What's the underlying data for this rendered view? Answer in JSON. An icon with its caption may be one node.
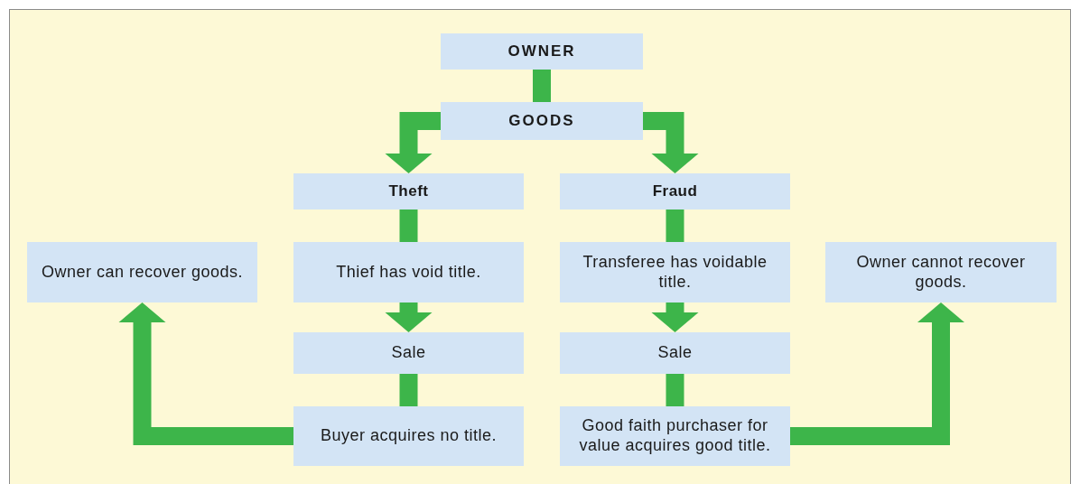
{
  "diagram": {
    "nodes": [
      {
        "text": [
          "OWNER"
        ]
      },
      {
        "text": [
          "GOODS"
        ]
      },
      {
        "text": [
          "Theft"
        ]
      },
      {
        "text": [
          "Fraud"
        ]
      },
      {
        "text": [
          "Owner can recover goods."
        ]
      },
      {
        "text": [
          "Thief has void title."
        ]
      },
      {
        "text": [
          "Transferee has voidable title."
        ]
      },
      {
        "text": [
          "Owner cannot recover goods."
        ]
      },
      {
        "text": [
          "Sale"
        ]
      },
      {
        "text": [
          "Sale"
        ]
      },
      {
        "text": [
          "Buyer acquires no title."
        ]
      },
      {
        "text": [
          "Good faith purchaser for value acquires good title."
        ]
      }
    ],
    "edges": [
      {
        "from": 0,
        "to": 1,
        "arrow": "none"
      },
      {
        "from": 1,
        "to": 2,
        "arrow": "to"
      },
      {
        "from": 1,
        "to": 3,
        "arrow": "to"
      },
      {
        "from": 2,
        "to": 5,
        "arrow": "none"
      },
      {
        "from": 3,
        "to": 6,
        "arrow": "none"
      },
      {
        "from": 5,
        "to": 8,
        "arrow": "to"
      },
      {
        "from": 6,
        "to": 9,
        "arrow": "to"
      },
      {
        "from": 8,
        "to": 10,
        "arrow": "none"
      },
      {
        "from": 9,
        "to": 11,
        "arrow": "none"
      },
      {
        "from": 10,
        "to": 4,
        "arrow": "to"
      },
      {
        "from": 11,
        "to": 7,
        "arrow": "to"
      }
    ]
  }
}
